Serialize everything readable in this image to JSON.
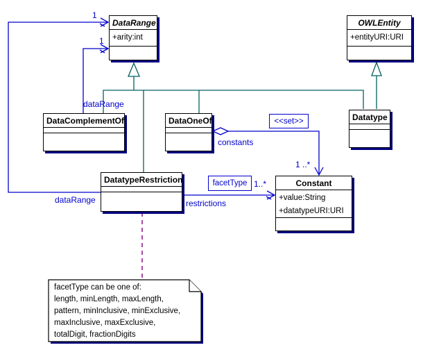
{
  "colors": {
    "association": "#0000cc",
    "generalization": "#006060",
    "note_link": "#800080",
    "shadow": "#000080",
    "box_border": "#000000"
  },
  "classes": {
    "data_range": {
      "name": "DataRange",
      "abstract": true,
      "attributes": [
        "+arity:int"
      ]
    },
    "owl_entity": {
      "name": "OWLEntity",
      "abstract": true,
      "attributes": [
        "+entityURI:URI"
      ]
    },
    "data_complement_of": {
      "name": "DataComplementOf",
      "abstract": false,
      "attributes": []
    },
    "data_one_of": {
      "name": "DataOneOf",
      "abstract": false,
      "attributes": []
    },
    "datatype": {
      "name": "Datatype",
      "abstract": false,
      "attributes": []
    },
    "datatype_restriction": {
      "name": "DatatypeRestriction",
      "abstract": false,
      "attributes": []
    },
    "constant": {
      "name": "Constant",
      "abstract": false,
      "attributes": [
        "+value:String",
        "+datatypeURI:URI"
      ]
    }
  },
  "edge_labels": {
    "data_range_upper": "dataRange",
    "data_range_lower": "dataRange",
    "constants": "constants",
    "restrictions": "restrictions",
    "mult_one_upper": "1",
    "mult_one_lower": "1",
    "mult_constants": "1 ..*",
    "mult_restrictions": "1..*"
  },
  "stereotypes": {
    "set": "<<set>>",
    "facet_type": "facetType"
  },
  "note": {
    "lines": [
      "facetType can be one of:",
      "length, minLength, maxLength,",
      "pattern, minInclusive, minExclusive,",
      "maxInclusive, maxExclusive,",
      "totalDigit, fractionDigits"
    ]
  }
}
